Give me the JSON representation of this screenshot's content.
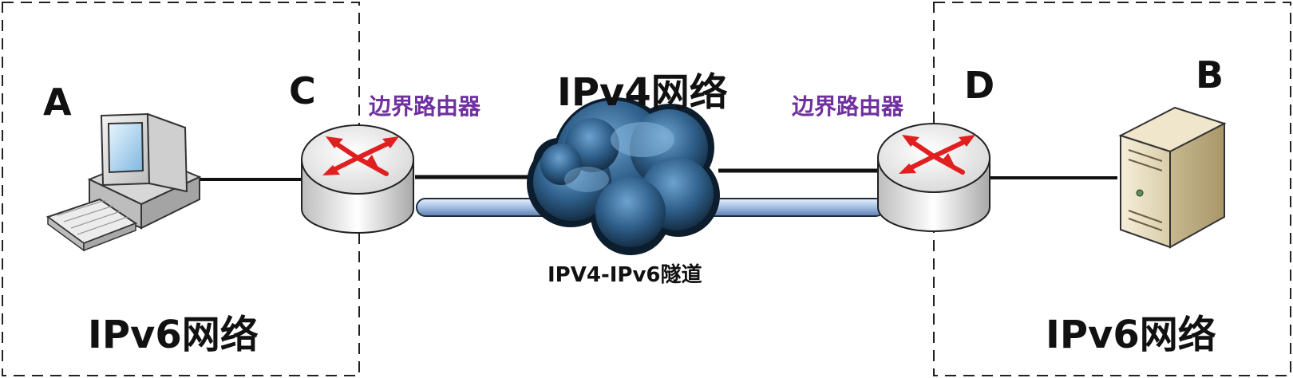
{
  "nodes": {
    "host_a": {
      "letter": "A",
      "icon": "computer-icon"
    },
    "router_c": {
      "letter": "C",
      "icon": "router-icon"
    },
    "router_d": {
      "letter": "D",
      "icon": "router-icon"
    },
    "host_b": {
      "letter": "B",
      "icon": "server-icon"
    }
  },
  "labels": {
    "left_border_router": "边界路由器",
    "right_border_router": "边界路由器",
    "ipv4_network": "IPv4网络",
    "tunnel": "IPV4-IPv6隧道",
    "left_ipv6_network": "IPv6网络",
    "right_ipv6_network": "IPv6网络"
  },
  "colors": {
    "router_label": "#7030a0",
    "arrow_red": "#e02020",
    "tunnel_pipe": "#a9c4e8",
    "cloud": "#2f5f8a",
    "zone_border": "#222222"
  }
}
